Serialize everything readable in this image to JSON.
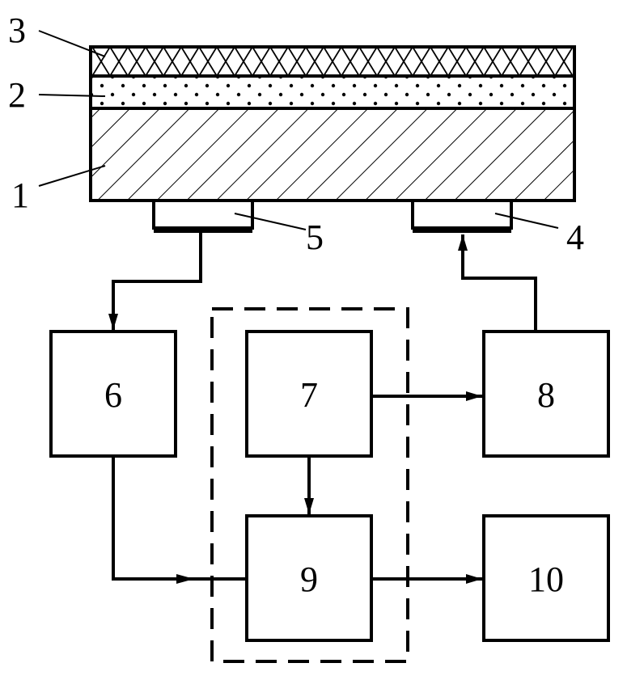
{
  "layers": [
    {
      "id": "1",
      "label": "1",
      "pattern": "diagonal-hatch"
    },
    {
      "id": "2",
      "label": "2",
      "pattern": "dots"
    },
    {
      "id": "3",
      "label": "3",
      "pattern": "crosshatch"
    }
  ],
  "transducers": [
    {
      "id": "4",
      "label": "4"
    },
    {
      "id": "5",
      "label": "5"
    }
  ],
  "blocks": [
    {
      "id": "6",
      "label": "6"
    },
    {
      "id": "7",
      "label": "7"
    },
    {
      "id": "8",
      "label": "8"
    },
    {
      "id": "9",
      "label": "9"
    },
    {
      "id": "10",
      "label": "10"
    }
  ],
  "connections": [
    {
      "from": "5",
      "to": "6"
    },
    {
      "from": "8",
      "to": "4"
    },
    {
      "from": "7",
      "to": "8"
    },
    {
      "from": "7",
      "to": "9"
    },
    {
      "from": "6",
      "to": "9"
    },
    {
      "from": "9",
      "to": "10"
    }
  ],
  "colors": {
    "stroke": "#000000",
    "background": "#ffffff"
  }
}
